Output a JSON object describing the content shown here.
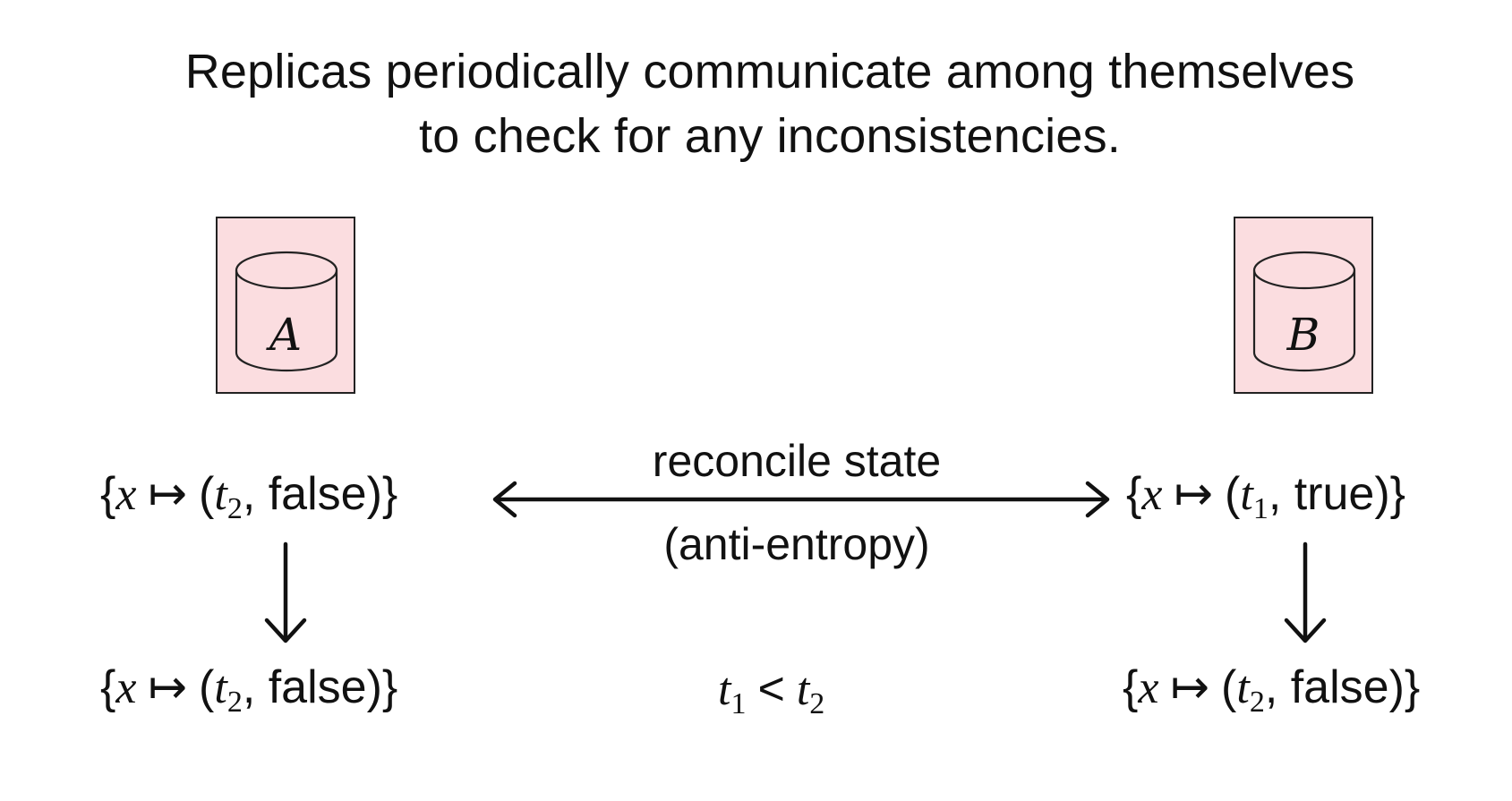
{
  "heading": {
    "line1": "Replicas periodically communicate among themselves",
    "line2": "to check for any inconsistencies."
  },
  "replicas": {
    "a": {
      "label": "A",
      "icon": "database-icon",
      "fill_color": "#fbdde0"
    },
    "b": {
      "label": "B",
      "icon": "database-icon",
      "fill_color": "#fbdde0"
    }
  },
  "states": {
    "a_before": {
      "open": "{",
      "var": "x",
      "maps_to": "↦",
      "timestamp": "t",
      "timestamp_index": "2",
      "value": "false",
      "close": "}"
    },
    "b_before": {
      "open": "{",
      "var": "x",
      "maps_to": "↦",
      "timestamp": "t",
      "timestamp_index": "1",
      "value": "true",
      "close": "}"
    },
    "a_after": {
      "open": "{",
      "var": "x",
      "maps_to": "↦",
      "timestamp": "t",
      "timestamp_index": "2",
      "value": "false",
      "close": "}"
    },
    "b_after": {
      "open": "{",
      "var": "x",
      "maps_to": "↦",
      "timestamp": "t",
      "timestamp_index": "2",
      "value": "false",
      "close": "}"
    }
  },
  "reconcile": {
    "label": "reconcile state",
    "sublabel": "(anti-entropy)"
  },
  "timestamp_relation": {
    "left": "t",
    "left_index": "1",
    "op": "<",
    "right": "t",
    "right_index": "2"
  }
}
